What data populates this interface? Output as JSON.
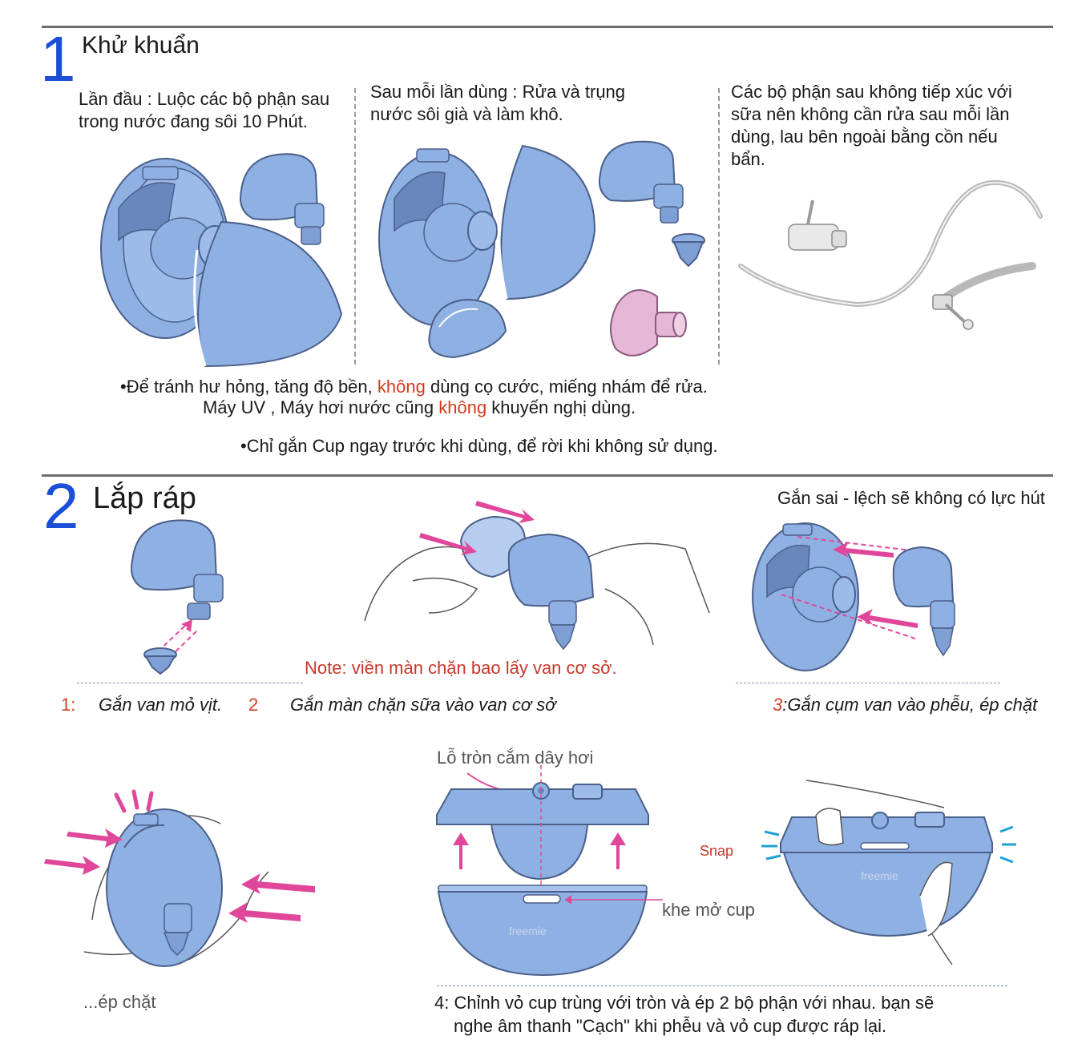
{
  "section1": {
    "number": "1",
    "title": "Khử khuẩn",
    "col1_text": "Lần đầu : Luộc các bộ phận sau trong nước đang sôi 10 Phút.",
    "col2_text": "Sau mỗi lần dùng : Rửa và trụng nước sôi già và làm khô.",
    "col3_text": "Các bộ phận sau không tiếp xúc với sữa nên không cần rửa sau mỗi lần dùng, lau bên ngoài bằng cồn nếu bẩn.",
    "warning": {
      "part1": "•Để tránh hư hỏng, tăng độ bền, ",
      "red1": "không",
      "part2": " dùng cọ cước, miếng nhám để rửa.",
      "part3": "Máy UV , Máy hơi nước  cũng ",
      "red2": "không",
      "part4": " khuyến nghị dùng."
    },
    "note": "•Chỉ gắn Cup ngay trước khi dùng, để rời khi không sử dụng."
  },
  "section2": {
    "number": "2",
    "title": "Lắp ráp",
    "wrong_fit": "Gắn sai - lệch sẽ không có lực hút",
    "note_red": "Note: viền màn chặn bao lấy van cơ sở.",
    "step1_num": "1:",
    "step1_text": "Gắn van mỏ vịt.",
    "step2_num": "2",
    "step2_text": "Gắn màn chặn sữa vào van cơ sở",
    "step3_num": "3",
    "step3_text": ":Gắn cụm van vào phễu, ép chặt",
    "press_text": "...ép chặt",
    "hole_label": "Lỗ tròn cắm dây hơi",
    "slot_label": "khe mở cup",
    "snap_label": "Snap",
    "brand": "freemie",
    "step4_line1": "4: Chỉnh vỏ cup trùng với tròn và ép 2 bộ phận với nhau. bạn sẽ",
    "step4_line2": "nghe âm thanh \"Cạch\" khi phễu và vỏ cup được ráp lại."
  },
  "colors": {
    "part_blue": "#8fb0e3",
    "part_outline": "#4a5f8a",
    "accent_magenta": "#e0479a",
    "number_blue": "#1b4fd8",
    "warning_red": "#d43a1e"
  }
}
